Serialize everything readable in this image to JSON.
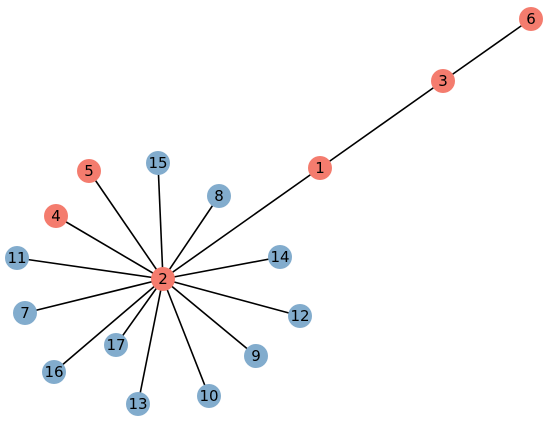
{
  "graph": {
    "colors": {
      "highlight": "#F47C6E",
      "default": "#82ACCD",
      "edge": "#000000"
    },
    "nodes": [
      {
        "id": "1",
        "group": "highlight"
      },
      {
        "id": "2",
        "group": "highlight"
      },
      {
        "id": "3",
        "group": "highlight"
      },
      {
        "id": "4",
        "group": "highlight"
      },
      {
        "id": "5",
        "group": "highlight"
      },
      {
        "id": "6",
        "group": "highlight"
      },
      {
        "id": "7",
        "group": "default"
      },
      {
        "id": "8",
        "group": "default"
      },
      {
        "id": "9",
        "group": "default"
      },
      {
        "id": "10",
        "group": "default"
      },
      {
        "id": "11",
        "group": "default"
      },
      {
        "id": "12",
        "group": "default"
      },
      {
        "id": "13",
        "group": "default"
      },
      {
        "id": "14",
        "group": "default"
      },
      {
        "id": "15",
        "group": "default"
      },
      {
        "id": "16",
        "group": "default"
      },
      {
        "id": "17",
        "group": "default"
      }
    ],
    "edges": [
      [
        "6",
        "3"
      ],
      [
        "3",
        "1"
      ],
      [
        "1",
        "2"
      ],
      [
        "2",
        "5"
      ],
      [
        "2",
        "15"
      ],
      [
        "2",
        "8"
      ],
      [
        "2",
        "4"
      ],
      [
        "2",
        "11"
      ],
      [
        "2",
        "14"
      ],
      [
        "2",
        "7"
      ],
      [
        "2",
        "12"
      ],
      [
        "2",
        "16"
      ],
      [
        "2",
        "17"
      ],
      [
        "2",
        "9"
      ],
      [
        "2",
        "13"
      ],
      [
        "2",
        "10"
      ]
    ]
  }
}
